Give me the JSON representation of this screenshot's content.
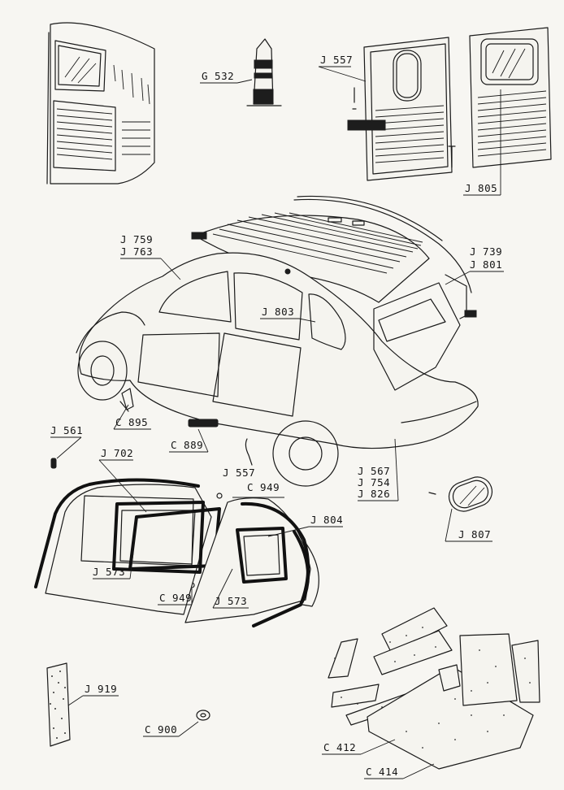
{
  "parts": [
    {
      "id": "g532",
      "code": "G 532"
    },
    {
      "id": "j557a",
      "code": "J 557"
    },
    {
      "id": "j805",
      "code": "J 805"
    },
    {
      "id": "j759",
      "code": "J 759"
    },
    {
      "id": "j763",
      "code": "J 763"
    },
    {
      "id": "j739",
      "code": "J 739"
    },
    {
      "id": "j801",
      "code": "J 801"
    },
    {
      "id": "j803",
      "code": "J 803"
    },
    {
      "id": "c895",
      "code": "C 895"
    },
    {
      "id": "c889",
      "code": "C 889"
    },
    {
      "id": "j561",
      "code": "J 561"
    },
    {
      "id": "j557b",
      "code": "J 557"
    },
    {
      "id": "j702",
      "code": "J 702"
    },
    {
      "id": "c949a",
      "code": "C 949"
    },
    {
      "id": "j567",
      "code": "J 567"
    },
    {
      "id": "j754",
      "code": "J 754"
    },
    {
      "id": "j826",
      "code": "J 826"
    },
    {
      "id": "j804",
      "code": "J 804"
    },
    {
      "id": "j807",
      "code": "J 807"
    },
    {
      "id": "j573a",
      "code": "J 573"
    },
    {
      "id": "c949b",
      "code": "C 949"
    },
    {
      "id": "j573b",
      "code": "J 573"
    },
    {
      "id": "j919",
      "code": "J 919"
    },
    {
      "id": "c900",
      "code": "C 900"
    },
    {
      "id": "c412",
      "code": "C 412"
    },
    {
      "id": "c414",
      "code": "C 414"
    }
  ]
}
